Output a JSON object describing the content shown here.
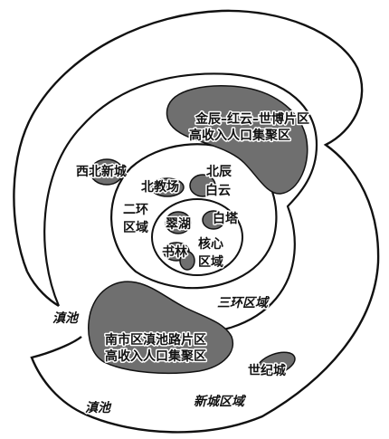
{
  "map": {
    "labels": {
      "jinchen_zone": "金辰–红云–世博片区",
      "high_income_1": "高收入人口集聚区",
      "xibei_xincheng": "西北新城",
      "beichen": "北辰",
      "baiyun": "白云",
      "bei_jiaochang": "北教场",
      "erhuan": "二环",
      "quyu_2": "区域",
      "cuihu": "翠湖",
      "baita": "白塔",
      "shulin": "书林",
      "hexin": "核心",
      "quyu_core": "区域",
      "sanhuan_quyu": "三环区域",
      "dianchi_left": "滇池",
      "nanshi_zone": "南市区滇池路片区",
      "high_income_2": "高收入人口集聚区",
      "shiji_cheng": "世纪城",
      "dianchi_bottom": "滇池",
      "xincheng_quyu": "新城区域"
    },
    "colors": {
      "background": "#ffffff",
      "cluster_fill": "#6f6f6f",
      "outline": "#111111"
    }
  }
}
